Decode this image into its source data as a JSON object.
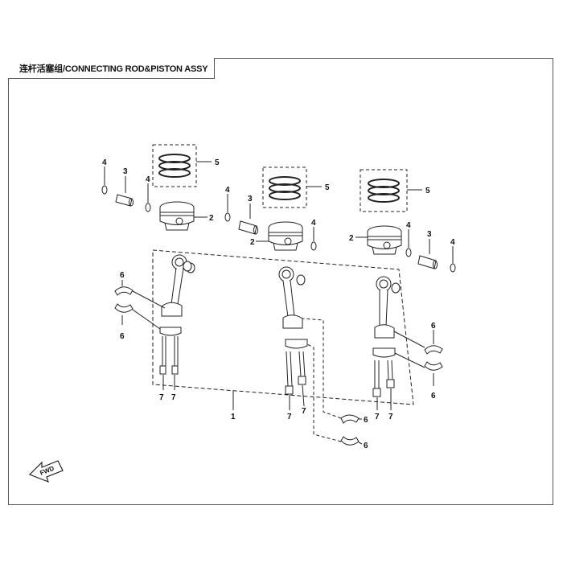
{
  "title": "连杆活塞组/CONNECTING ROD&PISTON ASSY",
  "fwd_label": "FWD",
  "callouts": {
    "assembly": "1",
    "piston": "2",
    "pin": "3",
    "clip": "4",
    "ring_set": "5",
    "bearing": "6",
    "bolt": "7"
  }
}
